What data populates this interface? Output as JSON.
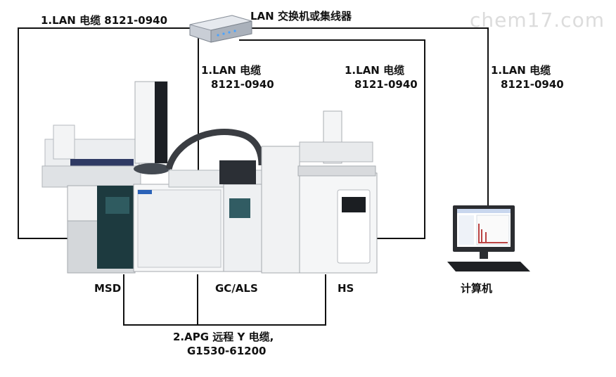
{
  "watermark": "chem17.com",
  "switch": {
    "label": "LAN 交换机或集线器"
  },
  "cables": {
    "lan_top_left": "1.LAN 电缆 8121-0940",
    "lan_msd_line1": "1.LAN 电缆",
    "lan_msd_line2": "8121-0940",
    "lan_hs_line1": "1.LAN 电缆",
    "lan_hs_line2": "8121-0940",
    "lan_pc_line1": "1.LAN 电缆",
    "lan_pc_line2": "8121-0940",
    "apg_line1": "2.APG 远程 Y 电缆,",
    "apg_line2": "G1530-61200"
  },
  "instruments": {
    "msd": "MSD",
    "gcals": "GC/ALS",
    "hs": "HS",
    "computer": "计算机"
  }
}
